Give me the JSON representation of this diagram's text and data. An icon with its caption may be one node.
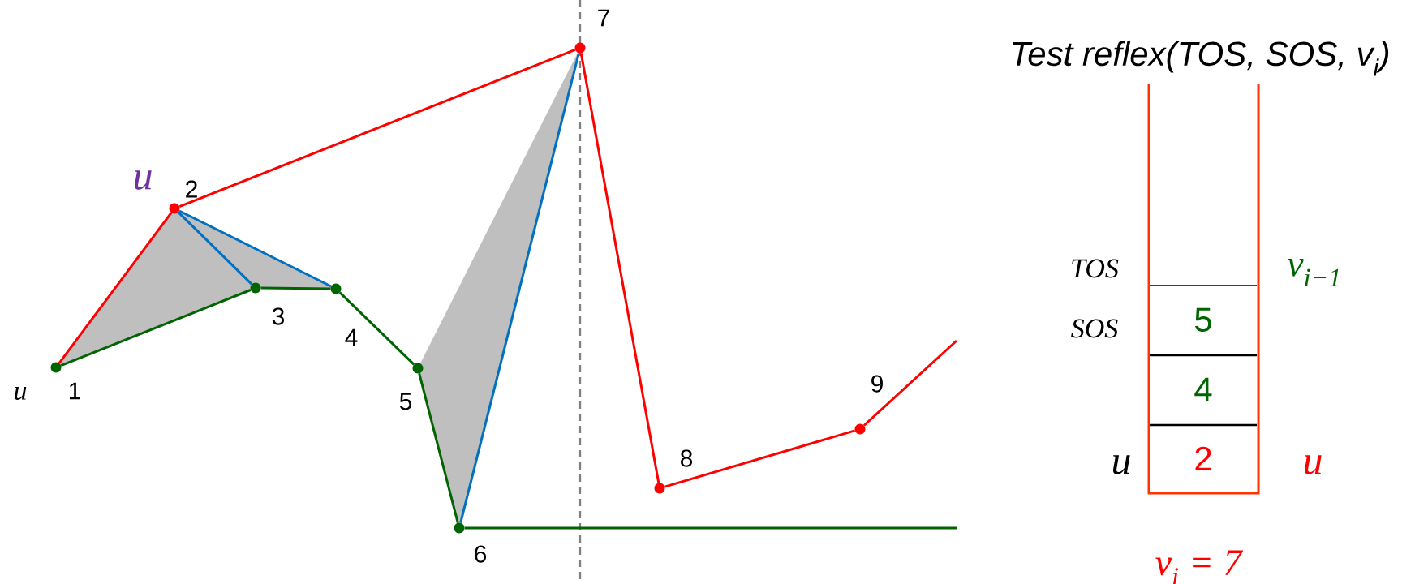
{
  "diagram": {
    "nodes": [
      {
        "text": [],
        "shape": "circle",
        "beside": [
          "u",
          "1"
        ]
      },
      {
        "text": [],
        "shape": "circle",
        "beside": [
          "u",
          "2"
        ]
      },
      {
        "text": [],
        "shape": "circle",
        "beside": [
          "3"
        ]
      },
      {
        "text": [],
        "shape": "circle",
        "beside": [
          "4"
        ]
      },
      {
        "text": [],
        "shape": "circle",
        "beside": [
          "5"
        ]
      },
      {
        "text": [],
        "shape": "circle",
        "beside": [
          "6"
        ]
      },
      {
        "text": [],
        "shape": "circle",
        "beside": [
          "7"
        ]
      },
      {
        "text": [],
        "shape": "circle",
        "beside": [
          "8"
        ]
      },
      {
        "text": [],
        "shape": "circle",
        "beside": [
          "9"
        ]
      },
      {
        "text": [],
        "shape": "box"
      },
      {
        "text": [
          "5"
        ],
        "in": 9
      },
      {
        "text": [
          "4"
        ],
        "in": 9
      },
      {
        "text": [
          "2"
        ],
        "in": 9
      }
    ],
    "edges": [
      {
        "from": 0,
        "to": 1,
        "arrow": "none",
        "color": "#ff0000"
      },
      {
        "from": 1,
        "to": 6,
        "arrow": "none",
        "color": "#ff0000"
      },
      {
        "from": 6,
        "to": 7,
        "arrow": "none",
        "color": "#ff0000"
      },
      {
        "from": 7,
        "to": 8,
        "arrow": "none",
        "color": "#ff0000"
      },
      {
        "from": 8,
        "to": null,
        "arrow": "none",
        "color": "#ff0000"
      },
      {
        "from": 0,
        "to": 2,
        "arrow": "none",
        "color": "#006400"
      },
      {
        "from": 2,
        "to": 3,
        "arrow": "none",
        "color": "#006400"
      },
      {
        "from": 3,
        "to": 4,
        "arrow": "none",
        "color": "#006400"
      },
      {
        "from": 4,
        "to": 5,
        "arrow": "none",
        "color": "#006400"
      },
      {
        "from": 5,
        "to": null,
        "arrow": "none",
        "color": "#006400"
      },
      {
        "from": 1,
        "to": 2,
        "arrow": "none",
        "color": "#0070c0"
      },
      {
        "from": 1,
        "to": 3,
        "arrow": "none",
        "color": "#0070c0"
      },
      {
        "from": 6,
        "to": 5,
        "arrow": "none",
        "color": "#0070c0"
      }
    ],
    "labels": [
      "Test reflex(TOS, SOS, v$_{i}$)",
      "TOS",
      "SOS",
      "u",
      "v$_{i−1}$",
      "u",
      "v$_{i}$ = 7"
    ]
  }
}
